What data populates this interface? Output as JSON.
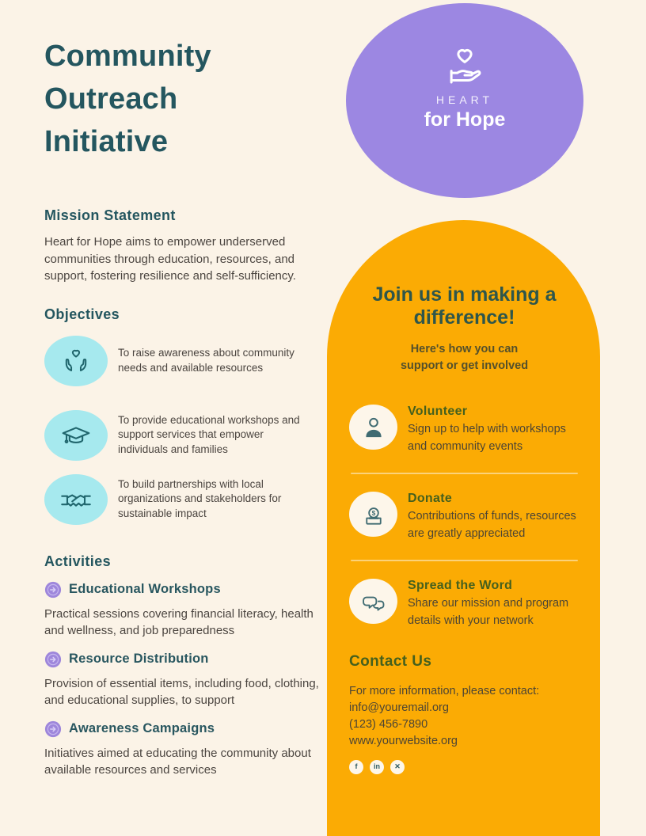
{
  "colors": {
    "background": "#fbf3e7",
    "teal_heading": "#24565f",
    "body_text": "#4b4540",
    "purple_blob": "#9c87e2",
    "cyan_icon_bg": "#a6e9ee",
    "orange_panel": "#fbab04",
    "green_heading_on_orange": "#45601d",
    "orange_body_text": "#4d4534",
    "icon_stroke_teal": "#20666d",
    "cream_icon_bg": "#fdf6ea"
  },
  "header": {
    "title": "Community Outreach Initiative"
  },
  "logo": {
    "icon": "heart-in-hand-icon",
    "top_label": "HEART",
    "bottom_label": "for Hope"
  },
  "mission": {
    "heading": "Mission Statement",
    "body": "Heart for Hope aims to empower underserved communities through education, resources, and support, fostering resilience and self-sufficiency."
  },
  "objectives": {
    "heading": "Objectives",
    "items": [
      {
        "icon": "hands-holding-heart-icon",
        "text": "To raise awareness about community needs and available resources"
      },
      {
        "icon": "graduation-cap-icon",
        "text": "To provide educational workshops and support services that empower individuals and families"
      },
      {
        "icon": "handshake-icon",
        "text": "To build partnerships with local organizations and stakeholders for sustainable impact"
      }
    ]
  },
  "activities": {
    "heading": "Activities",
    "items": [
      {
        "title": "Educational Workshops",
        "desc": "Practical sessions covering financial literacy, health and wellness, and job preparedness"
      },
      {
        "title": "Resource Distribution",
        "desc": "Provision of essential items, including food, clothing, and educational supplies, to support"
      },
      {
        "title": "Awareness Campaigns",
        "desc": "Initiatives aimed at educating the community about available resources and services"
      }
    ]
  },
  "join": {
    "title": "Join us in making a difference!",
    "subtitle": "Here's how you can support or get involved",
    "items": [
      {
        "icon": "person-icon",
        "title": "Volunteer",
        "desc": "Sign up to help with workshops and community events"
      },
      {
        "icon": "donation-icon",
        "title": "Donate",
        "desc": "Contributions of funds, resources are greatly appreciated"
      },
      {
        "icon": "chat-bubbles-icon",
        "title": "Spread the Word",
        "desc": "Share our mission and program details with your network"
      }
    ]
  },
  "contact": {
    "heading": "Contact Us",
    "intro": "For more information, please contact:",
    "email": "info@youremail.org",
    "phone": "(123) 456-7890",
    "website": "www.yourwebsite.org",
    "socials": [
      {
        "name": "facebook",
        "glyph": "f"
      },
      {
        "name": "linkedin",
        "glyph": "in"
      },
      {
        "name": "x",
        "glyph": "✕"
      }
    ]
  }
}
